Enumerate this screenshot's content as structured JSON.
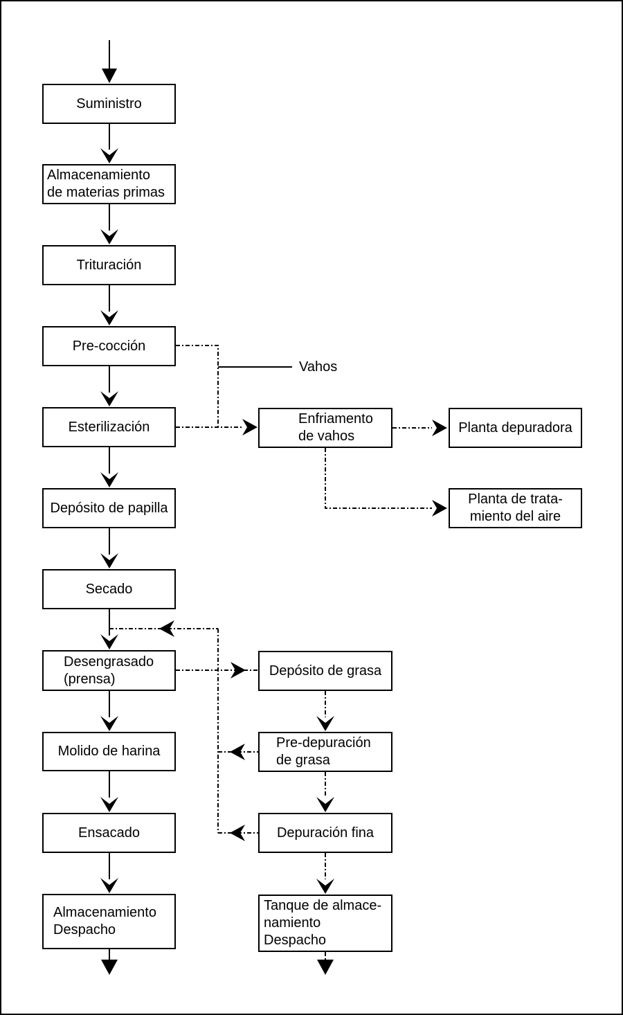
{
  "diagram": {
    "title_hint": "Proceso de harina - diagrama de flujo",
    "colors": {
      "line": "#000000",
      "box_border": "#000000",
      "box_fill": "#ffffff",
      "background": "#ffffff"
    },
    "nodes": {
      "suministro": {
        "label": "Suministro"
      },
      "almacenamiento_mp": {
        "label": "Almacenamiento\nde materias primas"
      },
      "trituracion": {
        "label": "Trituración"
      },
      "pre_coccion": {
        "label": "Pre-cocción"
      },
      "esterilizacion": {
        "label": "Esterilización"
      },
      "deposito_papilla": {
        "label": "Depósito de papilla"
      },
      "secado": {
        "label": "Secado"
      },
      "desengrasado": {
        "label": "Desengrasado\n(prensa)"
      },
      "molido_harina": {
        "label": "Molido de harina"
      },
      "ensacado": {
        "label": "Ensacado"
      },
      "almacenamiento_despacho": {
        "label": "Almacenamiento\nDespacho"
      },
      "enfriamento_vahos": {
        "label": "Enfriamento\nde vahos"
      },
      "planta_depuradora": {
        "label": "Planta depuradora"
      },
      "planta_aire": {
        "label": "Planta de trata-\nmiento del aire"
      },
      "deposito_grasa": {
        "label": "Depósito de grasa"
      },
      "pre_depuracion": {
        "label": "Pre-depuración\nde grasa"
      },
      "depuracion_fina": {
        "label": "Depuración fina"
      },
      "tanque_almacenamiento": {
        "label": "Tanque de almace-\nnamiento\nDespacho"
      }
    },
    "labels": {
      "vahos": "Vahos"
    }
  }
}
